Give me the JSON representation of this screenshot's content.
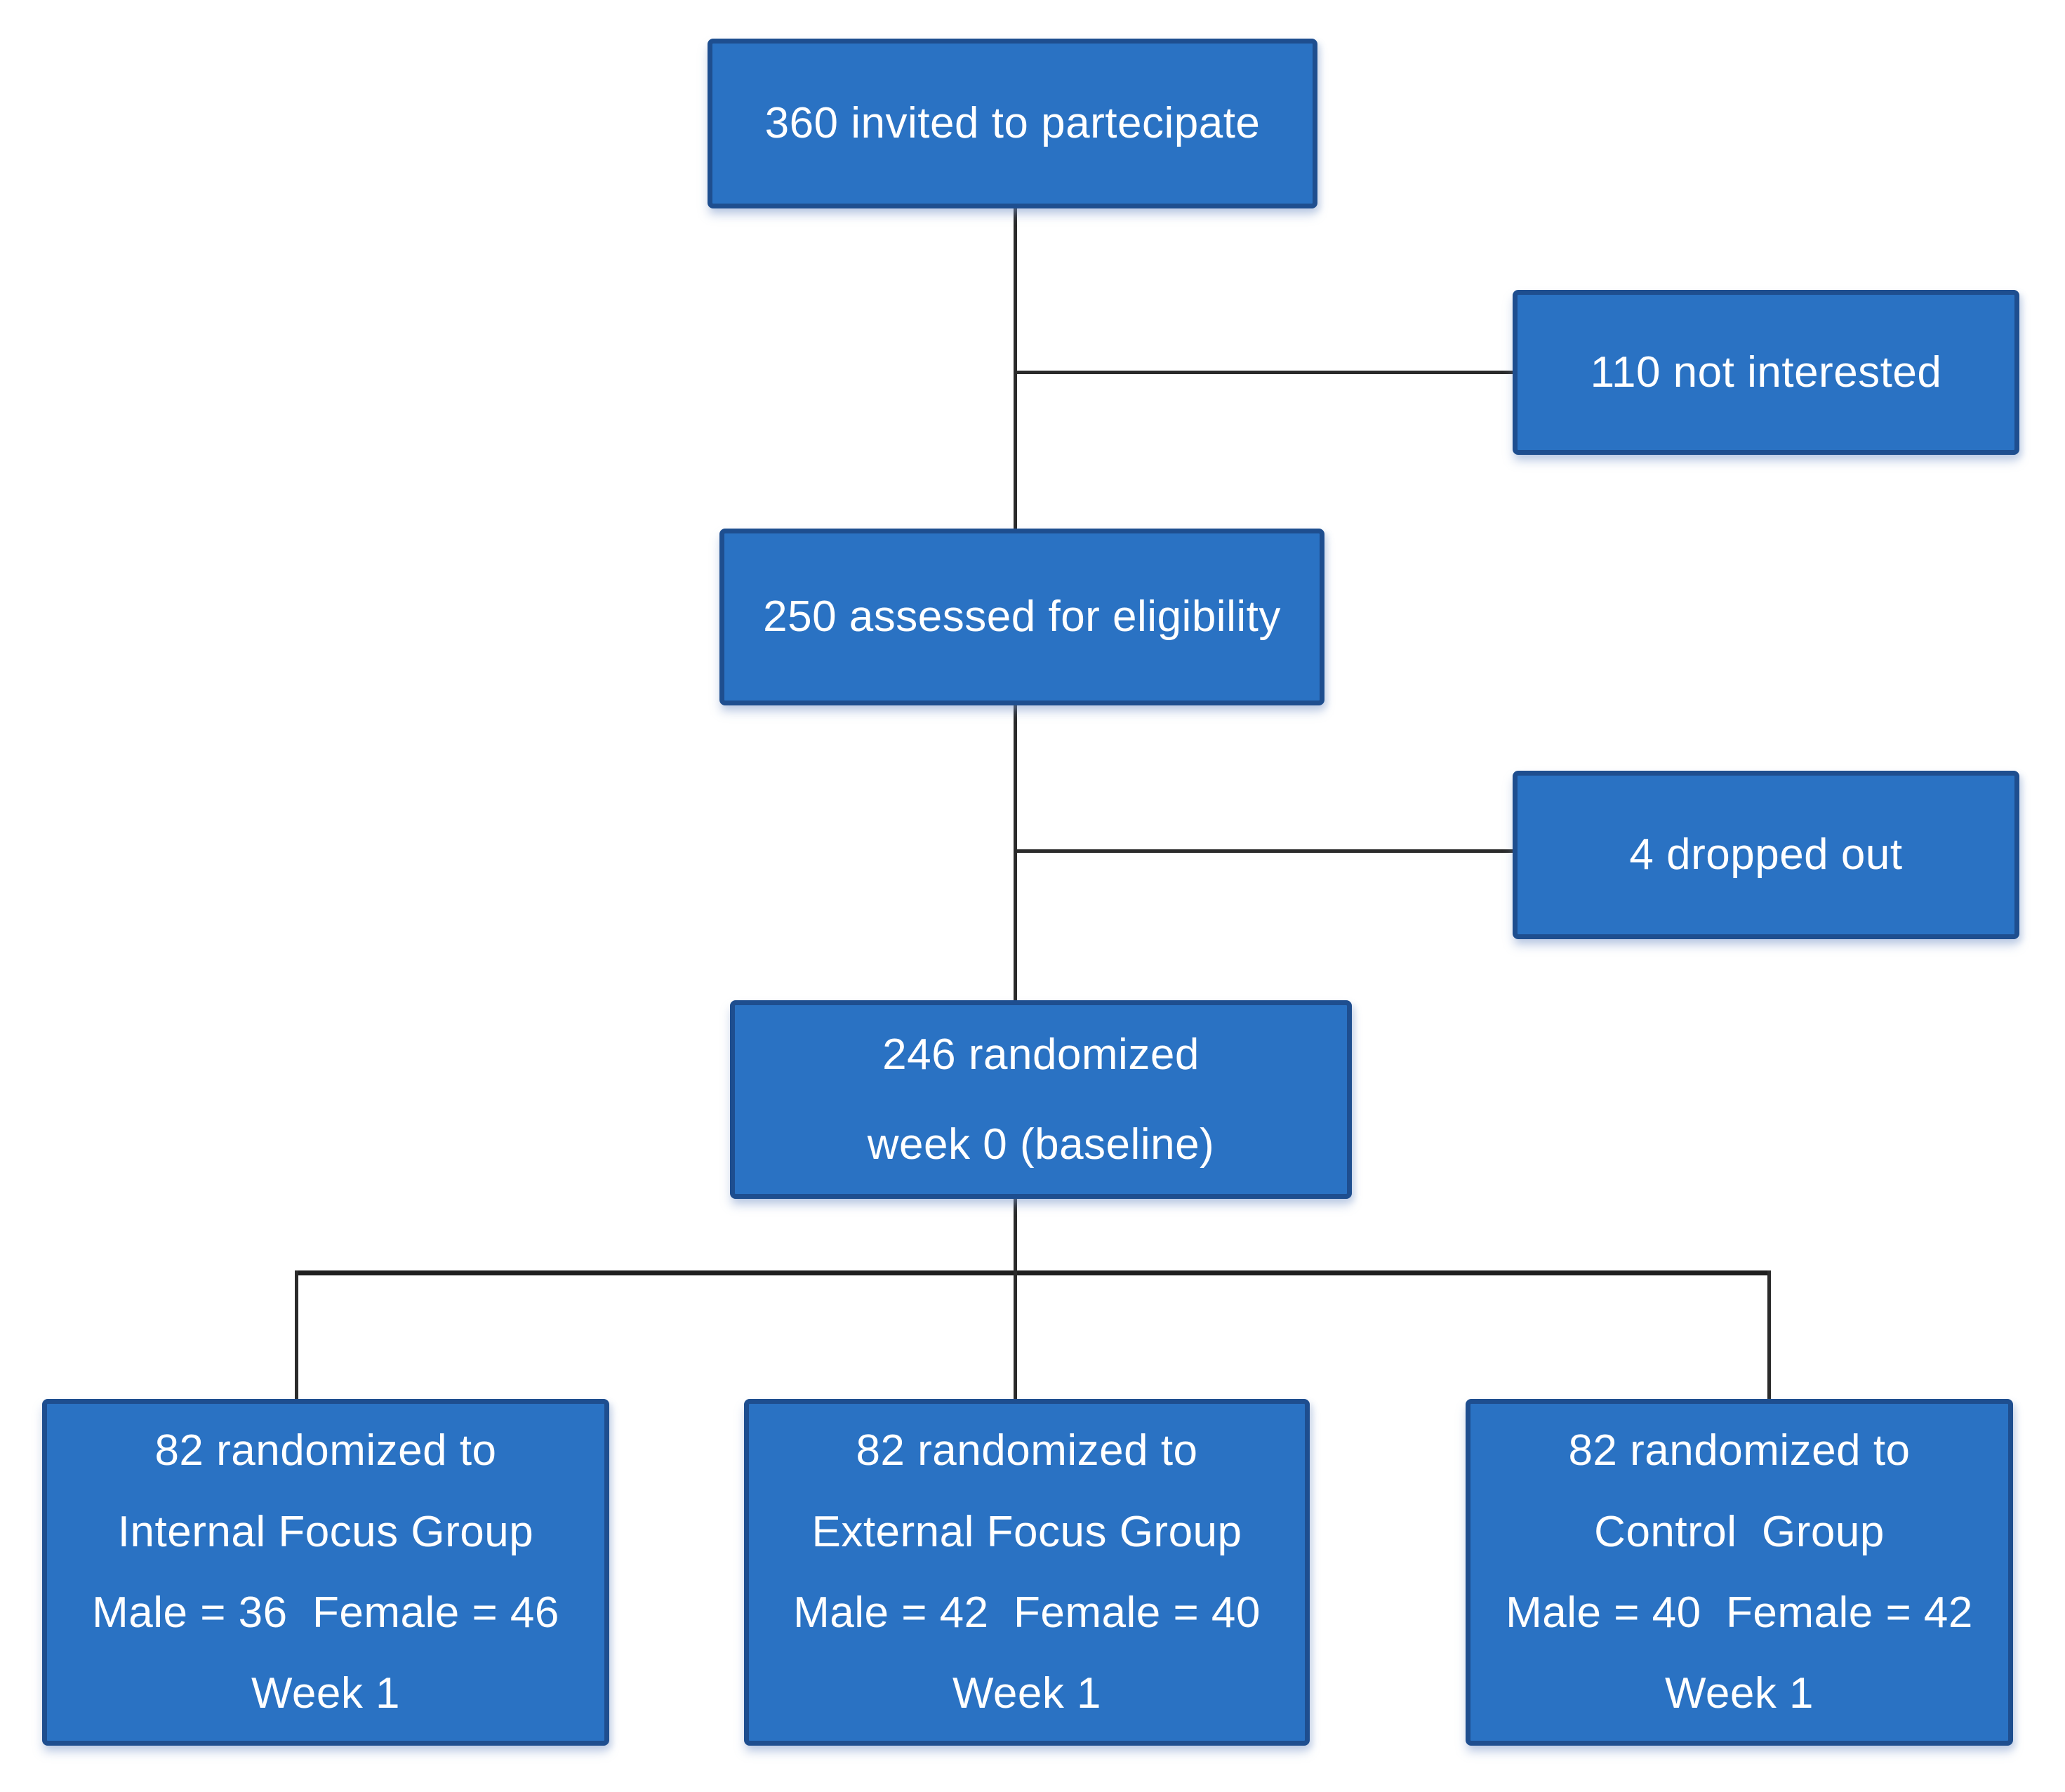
{
  "diagram": {
    "title": "participant flow diagram",
    "colors": {
      "background": "#ffffff",
      "node_fill": "#2a72c3",
      "node_border": "#1e4e8f",
      "text": "#ffffff",
      "connector": "#2b2b2b"
    },
    "nodes": {
      "invited": {
        "lines": [
          "360 invited to partecipate"
        ]
      },
      "not_interested": {
        "lines": [
          "110 not interested"
        ]
      },
      "assessed": {
        "lines": [
          "250 assessed for eligibility"
        ]
      },
      "dropped_out": {
        "lines": [
          "4 dropped out"
        ]
      },
      "randomized": {
        "lines": [
          "246 randomized",
          "week 0 (baseline)"
        ]
      },
      "internal_group": {
        "lines": [
          "82 randomized to",
          "Internal Focus Group",
          "Male = 36  Female = 46",
          "Week 1"
        ]
      },
      "external_group": {
        "lines": [
          "82 randomized to",
          "External Focus Group",
          "Male = 42  Female = 40",
          "Week 1"
        ]
      },
      "control_group": {
        "lines": [
          "82 randomized to",
          "Control  Group",
          "Male = 40  Female = 42",
          "Week 1"
        ]
      }
    }
  }
}
